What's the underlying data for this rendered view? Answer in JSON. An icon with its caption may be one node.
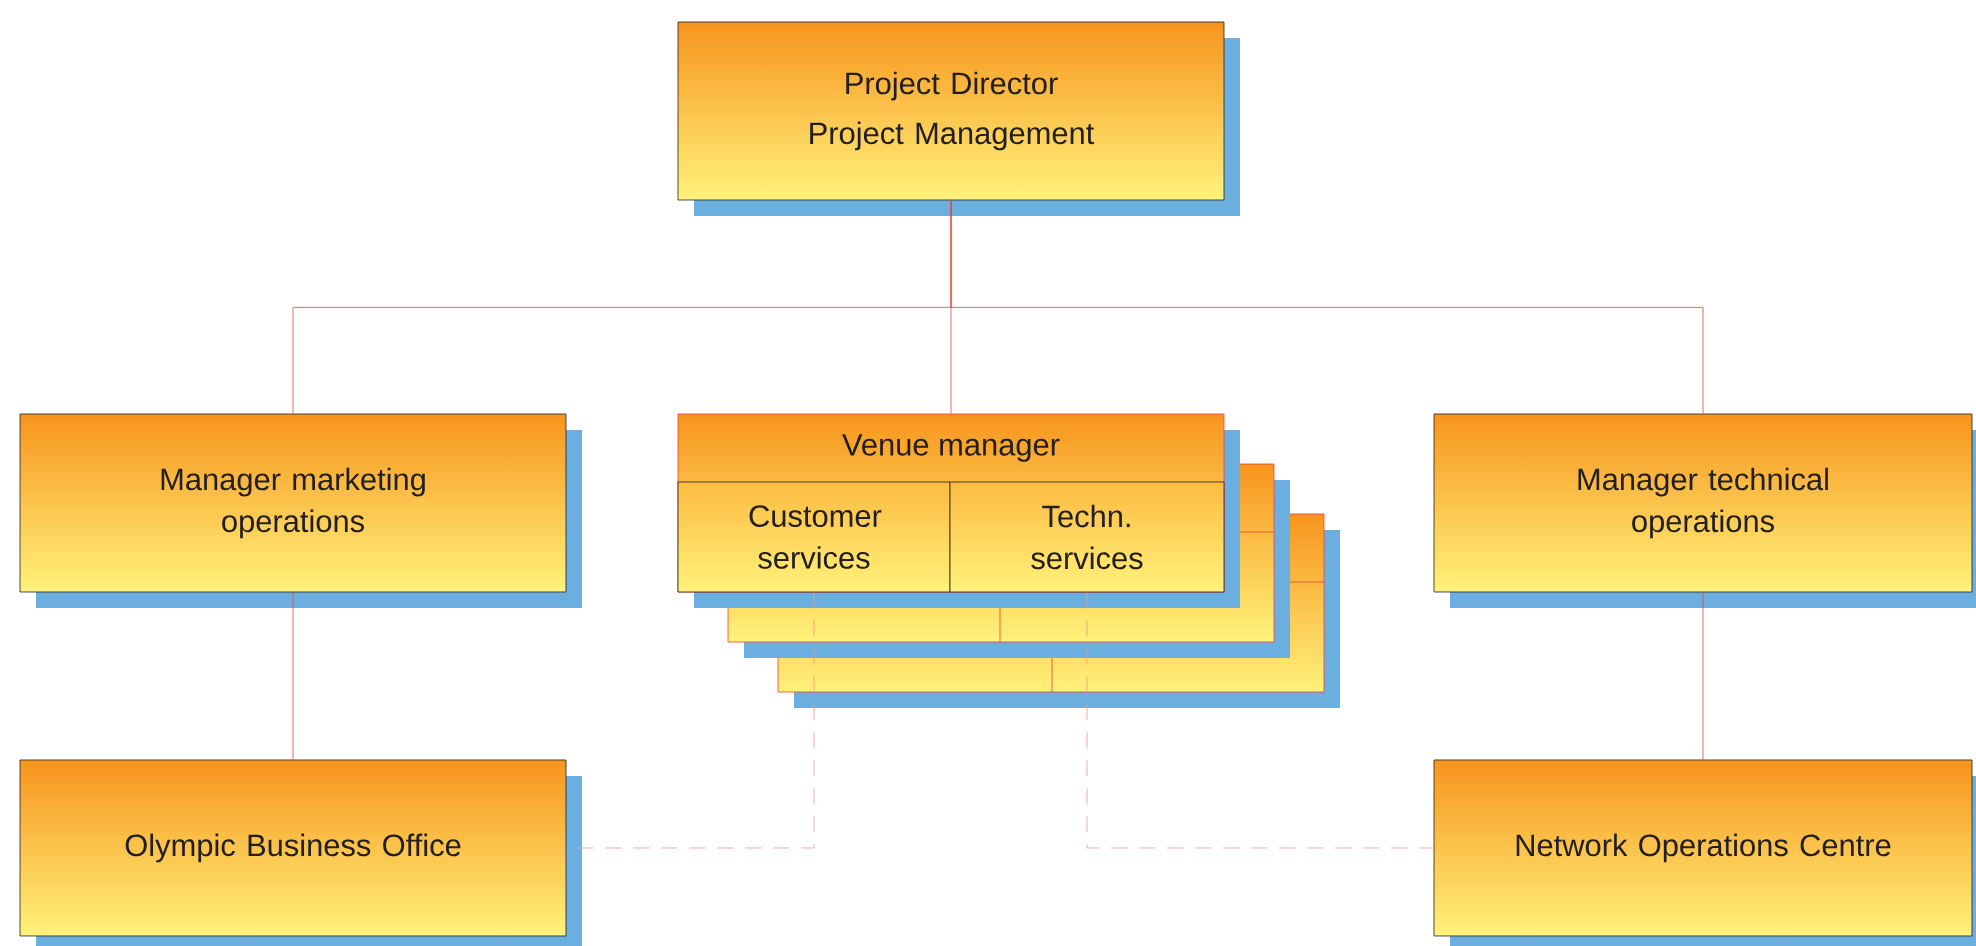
{
  "diagram": {
    "nodes": [
      {
        "text": [
          "Project Director",
          "Project Management"
        ]
      },
      {
        "text": [
          "Manager marketing operations"
        ]
      },
      {
        "text": [
          "Venue manager"
        ]
      },
      {
        "text": [
          "Customer services"
        ],
        "in": 2
      },
      {
        "text": [
          "Techn. services"
        ],
        "in": 2
      },
      {
        "text": [
          "Manager technical operations"
        ]
      },
      {
        "text": [
          "Olympic Business Office"
        ]
      },
      {
        "text": [
          "Network Operations Centre"
        ]
      }
    ],
    "edges": [
      {
        "from": 0,
        "to": 1,
        "arrow": "none"
      },
      {
        "from": 0,
        "to": 2,
        "arrow": "none"
      },
      {
        "from": 0,
        "to": 5,
        "arrow": "none"
      },
      {
        "from": 1,
        "to": 6,
        "arrow": "none"
      },
      {
        "from": 5,
        "to": 7,
        "arrow": "none"
      },
      {
        "from": 3,
        "to": 6,
        "arrow": "none",
        "style": "dashed",
        "color": "#f4958c"
      },
      {
        "from": 4,
        "to": 7,
        "arrow": "none",
        "style": "dashed",
        "color": "#f4958c"
      }
    ]
  }
}
